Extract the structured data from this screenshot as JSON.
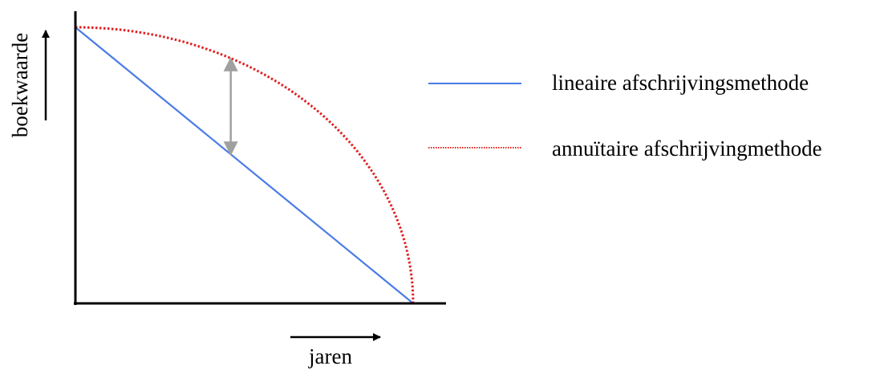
{
  "chart_data": {
    "type": "line",
    "xlabel": "jaren",
    "ylabel": "boekwaarde",
    "xlim": [
      0,
      1
    ],
    "ylim": [
      0,
      1
    ],
    "grid": false,
    "legend_position": "right",
    "series": [
      {
        "name": "lineaire afschrijvingsmethode",
        "color": "#4a7be6",
        "style": "solid",
        "x": [
          0,
          1
        ],
        "y": [
          1,
          0
        ]
      },
      {
        "name": "annuïtaire afschrijvingmethode",
        "color": "#e02020",
        "style": "dotted",
        "x": [
          0,
          0.1,
          0.2,
          0.3,
          0.4,
          0.5,
          0.6,
          0.7,
          0.8,
          0.9,
          0.95,
          1
        ],
        "y": [
          1,
          0.995,
          0.98,
          0.954,
          0.917,
          0.866,
          0.8,
          0.714,
          0.6,
          0.436,
          0.312,
          0
        ]
      }
    ],
    "annotations": [
      {
        "type": "double-arrow",
        "color": "#a0a0a0",
        "x": 0.46,
        "y_top": 0.887,
        "y_bottom": 0.54
      }
    ]
  }
}
